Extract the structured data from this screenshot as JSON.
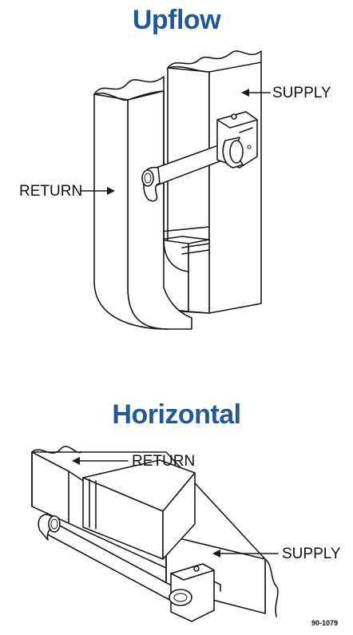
{
  "upflow": {
    "title": "Upflow",
    "supply_label": "SUPPLY",
    "return_label": "RETURN"
  },
  "horizontal": {
    "title": "Horizontal",
    "return_label": "RETURN",
    "supply_label": "SUPPLY"
  },
  "figure_code": "90-1079",
  "colors": {
    "title": "#1f5a96",
    "line": "#1a1a1a",
    "background": "#ffffff"
  }
}
